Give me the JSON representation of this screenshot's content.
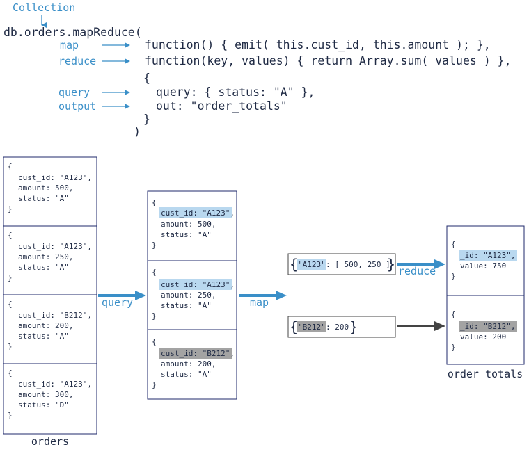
{
  "code": {
    "collection_label": "Collection",
    "line_db": "db.orders.mapReduce(",
    "map_label": "map",
    "map_fn": "function() { emit( this.cust_id, this.amount ); },",
    "reduce_label": "reduce",
    "reduce_fn": "function(key, values) { return Array.sum( values ) },",
    "open_brace": "{",
    "query_label": "query",
    "query_line": "query: { status: \"A\" },",
    "output_label": "output",
    "out_line": "out: \"order_totals\"",
    "close_brace": "}",
    "close_paren": ")"
  },
  "orders": {
    "caption": "orders",
    "docs": [
      {
        "open": "{",
        "cust_id": "cust_id: \"A123\",",
        "amount": "amount: 500,",
        "status": "status: \"A\"",
        "close": "}"
      },
      {
        "open": "{",
        "cust_id": "cust_id: \"A123\",",
        "amount": "amount: 250,",
        "status": "status: \"A\"",
        "close": "}"
      },
      {
        "open": "{",
        "cust_id": "cust_id: \"B212\",",
        "amount": "amount: 200,",
        "status": "status: \"A\"",
        "close": "}"
      },
      {
        "open": "{",
        "cust_id": "cust_id: \"A123\",",
        "amount": "amount: 300,",
        "status": "status: \"D\"",
        "close": "}"
      }
    ]
  },
  "filtered": {
    "docs": [
      {
        "open": "{",
        "cust_id": "cust_id: \"A123\",",
        "amount": "amount: 500,",
        "status": "status: \"A\"",
        "close": "}"
      },
      {
        "open": "{",
        "cust_id": "cust_id: \"A123\",",
        "amount": "amount: 250,",
        "status": "status: \"A\"",
        "close": "}"
      },
      {
        "open": "{",
        "cust_id": "cust_id: \"B212\",",
        "amount": "amount: 200,",
        "status": "status: \"A\"",
        "close": "}"
      }
    ]
  },
  "stages": {
    "query_label": "query",
    "map_label": "map",
    "reduce_label": "reduce"
  },
  "mapped": {
    "a123": {
      "key": "\"A123\"",
      "rest": ": [ 500, 250 ]"
    },
    "b212": {
      "key": "\"B212\"",
      "rest": ": 200"
    }
  },
  "order_totals": {
    "caption": "order_totals",
    "docs": [
      {
        "open": "{",
        "id": "_id: \"A123\",",
        "value": "value: 750",
        "close": "}"
      },
      {
        "open": "{",
        "id": "_id: \"B212\",",
        "value": "value: 200",
        "close": "}"
      }
    ]
  },
  "colors": {
    "accent_blue": "#3a8fc8",
    "dark_arrow": "#444444",
    "box_border": "#1f2a6b",
    "highlight_blue": "#b9d8ef",
    "highlight_grey": "#a3a3a3"
  }
}
